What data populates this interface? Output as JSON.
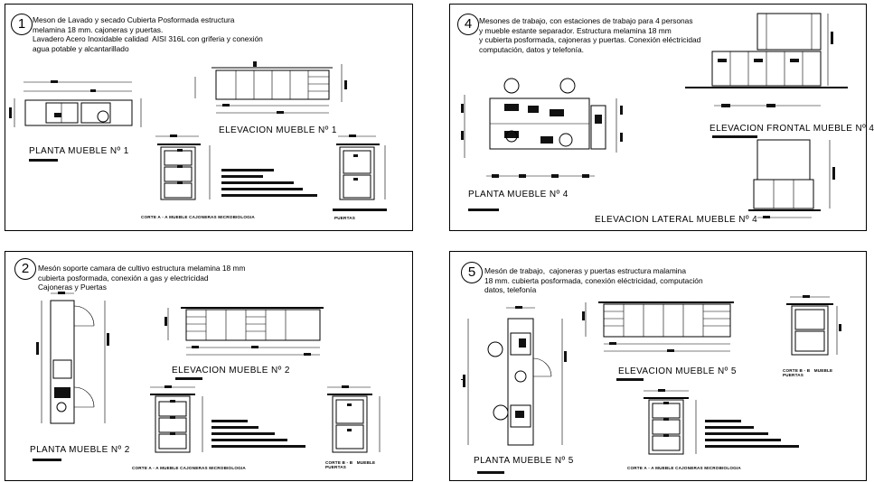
{
  "panels": [
    {
      "number": "1",
      "description": "Meson de Lavado y secado Cubierta Posformada estructura\nmelamina 18 mm. cajoneras y puertas.\nLavadero Acero Inoxidable calidad  AISI 316L con griferia y conexión\nagua potable y alcantarillado",
      "plan_label": "PLANTA MUEBLE Nº 1",
      "elevation_label": "ELEVACION  MUEBLE Nº 1",
      "section_a_label": "CORTE A - A   MUEBLE CAJONERAS MICROBIOLOGIA",
      "section_b_label": "PUERTAS"
    },
    {
      "number": "4",
      "description": "Mesones de trabajo, con estaciones de trabajo para 4 personas\ny mueble estante separador. Estructura melamina 18 mm\ny cubierta posformada, cajoneras y puertas. Conexión eléctricidad\ncomputación, datos y telefonía.",
      "plan_label": "PLANTA MUEBLE Nº 4",
      "elevation_label": "ELEVACION FRONTAL  MUEBLE Nº 4",
      "lateral_label": "ELEVACION LATERAL  MUEBLE Nº 4"
    },
    {
      "number": "2",
      "description": "Mesón soporte camara de cultivo estructura melamina 18 mm\ncubierta posformada, conexión a gas y electricidad\nCajoneras y Puertas",
      "plan_label": "PLANTA MUEBLE Nº 2",
      "elevation_label": "ELEVACION  MUEBLE Nº 2",
      "section_a_label": "CORTE A - A   MUEBLE CAJONERAS MICROBIOLOGIA",
      "section_b_label": "CORTE B - B   MUEBLE\nPUERTAS"
    },
    {
      "number": "5",
      "description": "Mesón de trabajo,  cajoneras y puertas estructura malamina\n18 mm. cubierta posformada, conexión eléctricidad, computación\ndatos, telefonía",
      "plan_label": "PLANTA MUEBLE Nº 5",
      "elevation_label": "ELEVACION  MUEBLE Nº 5",
      "section_a_label": "CORTE A - A   MUEBLE CAJONERAS MICROBIOLOGIA",
      "section_b_label": "CORTE B - B   MUEBLE\nPUERTAS"
    }
  ]
}
